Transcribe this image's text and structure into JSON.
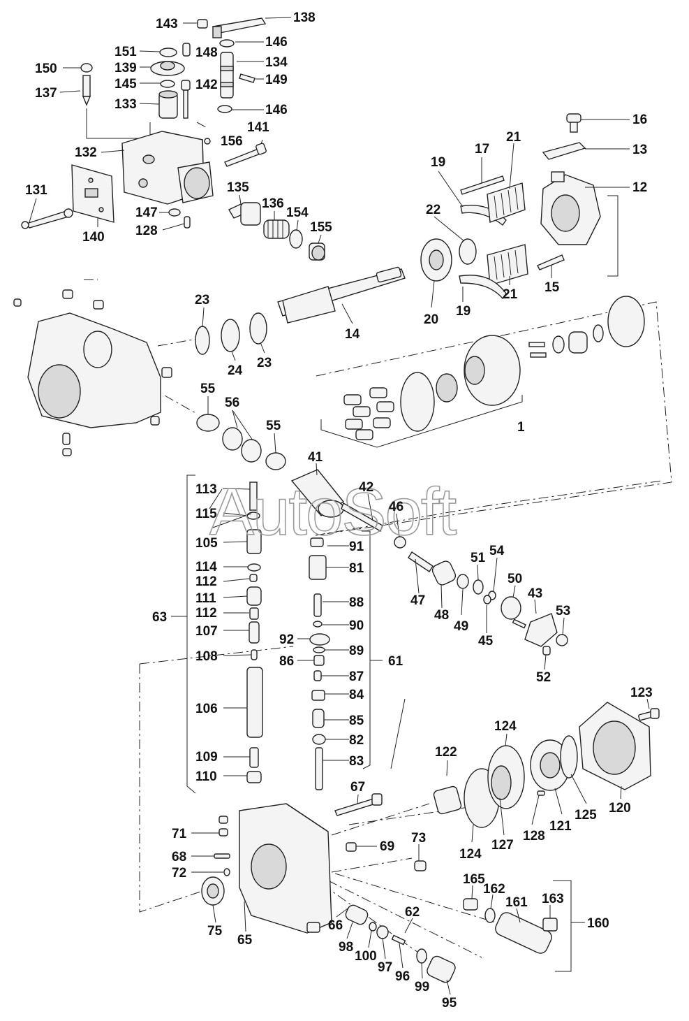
{
  "diagram": {
    "watermark": "AutoSoft",
    "labels": {
      "l143": "143",
      "l138": "138",
      "l146a": "146",
      "l151": "151",
      "l148": "148",
      "l134": "134",
      "l150": "150",
      "l139": "139",
      "l145": "145",
      "l142": "142",
      "l149": "149",
      "l137": "137",
      "l133": "133",
      "l146b": "146",
      "l16": "16",
      "l141": "141",
      "l156": "156",
      "l132": "132",
      "l13": "13",
      "l17": "17",
      "l21a": "21",
      "l19a": "19",
      "l12": "12",
      "l131": "131",
      "l135": "135",
      "l136": "136",
      "l154": "154",
      "l155": "155",
      "l22": "22",
      "l147": "147",
      "l140": "140",
      "l128a": "128",
      "l15": "15",
      "l21b": "21",
      "l19b": "19",
      "l20": "20",
      "l23a": "23",
      "l14": "14",
      "l24": "24",
      "l23b": "23",
      "l55a": "55",
      "l56": "56",
      "l55b": "55",
      "l1": "1",
      "l41": "41",
      "l42": "42",
      "l113": "113",
      "l46": "46",
      "l115": "115",
      "l105": "105",
      "l91": "91",
      "l81": "81",
      "l114": "114",
      "l51": "51",
      "l54": "54",
      "l112a": "112",
      "l50": "50",
      "l47": "47",
      "l111": "111",
      "l88": "88",
      "l43": "43",
      "l63": "63",
      "l112b": "112",
      "l48": "48",
      "l49": "49",
      "l53": "53",
      "l90": "90",
      "l107": "107",
      "l45": "45",
      "l92": "92",
      "l89": "89",
      "l108": "108",
      "l86": "86",
      "l61": "61",
      "l52": "52",
      "l87": "87",
      "l84": "84",
      "l123": "123",
      "l106": "106",
      "l85": "85",
      "l124a": "124",
      "l82": "82",
      "l122": "122",
      "l109": "109",
      "l83": "83",
      "l110": "110",
      "l67": "67",
      "l120": "120",
      "l125": "125",
      "l121": "121",
      "l128b": "128",
      "l127": "127",
      "l124b": "124",
      "l71": "71",
      "l69": "69",
      "l73": "73",
      "l68": "68",
      "l72": "72",
      "l165": "165",
      "l162": "162",
      "l161": "161",
      "l163": "163",
      "l62": "62",
      "l160": "160",
      "l75": "75",
      "l66": "66",
      "l65": "65",
      "l98": "98",
      "l100": "100",
      "l97": "97",
      "l96": "96",
      "l99": "99",
      "l95": "95"
    }
  }
}
